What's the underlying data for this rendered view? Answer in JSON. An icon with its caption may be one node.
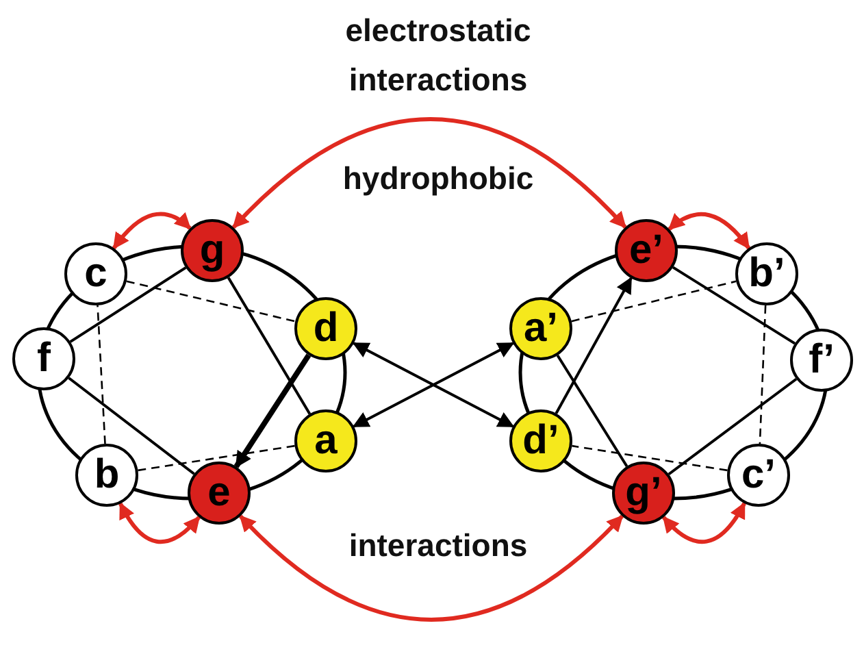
{
  "diagram": {
    "nodes": [
      {
        "text": [
          "g"
        ]
      },
      {
        "text": [
          "e’"
        ]
      },
      {
        "text": [
          "c"
        ]
      },
      {
        "text": [
          "b’"
        ]
      },
      {
        "text": [
          "d"
        ]
      },
      {
        "text": [
          "a’"
        ]
      },
      {
        "text": [
          "f"
        ]
      },
      {
        "text": [
          "f’"
        ]
      },
      {
        "text": [
          "a"
        ]
      },
      {
        "text": [
          "d’"
        ]
      },
      {
        "text": [
          "b"
        ]
      },
      {
        "text": [
          "c’"
        ]
      },
      {
        "text": [
          "e"
        ]
      },
      {
        "text": [
          "g’"
        ]
      }
    ],
    "edges": [
      {
        "from": 8,
        "to": 10,
        "arrow": "none",
        "style": "dashed"
      },
      {
        "from": 10,
        "to": 2,
        "arrow": "none",
        "style": "dashed"
      },
      {
        "from": 2,
        "to": 4,
        "arrow": "none",
        "style": "dashed"
      },
      {
        "from": 4,
        "to": 12,
        "arrow": "to",
        "style": "thick"
      },
      {
        "from": 12,
        "to": 6,
        "arrow": "none"
      },
      {
        "from": 6,
        "to": 0,
        "arrow": "none"
      },
      {
        "from": 0,
        "to": 8,
        "arrow": "none"
      },
      {
        "from": 5,
        "to": 3,
        "arrow": "none",
        "style": "dashed"
      },
      {
        "from": 3,
        "to": 11,
        "arrow": "none",
        "style": "dashed"
      },
      {
        "from": 11,
        "to": 9,
        "arrow": "none",
        "style": "dashed"
      },
      {
        "from": 9,
        "to": 1,
        "arrow": "to"
      },
      {
        "from": 1,
        "to": 7,
        "arrow": "none"
      },
      {
        "from": 7,
        "to": 13,
        "arrow": "none"
      },
      {
        "from": 13,
        "to": 5,
        "arrow": "none"
      },
      {
        "from": 4,
        "to": 9,
        "arrow": "both"
      },
      {
        "from": 8,
        "to": 5,
        "arrow": "both"
      },
      {
        "from": 0,
        "to": 1,
        "arrow": "both",
        "color": "#e02a20"
      },
      {
        "from": 2,
        "to": 0,
        "arrow": "both",
        "color": "#e02a20"
      },
      {
        "from": 1,
        "to": 3,
        "arrow": "both",
        "color": "#e02a20"
      },
      {
        "from": 12,
        "to": 13,
        "arrow": "both",
        "color": "#e02a20"
      },
      {
        "from": 10,
        "to": 12,
        "arrow": "both",
        "color": "#e02a20"
      },
      {
        "from": 13,
        "to": 11,
        "arrow": "both",
        "color": "#e02a20"
      }
    ],
    "labels": [
      "electrostatic interactions",
      "hydrophobic",
      "interactions"
    ]
  }
}
